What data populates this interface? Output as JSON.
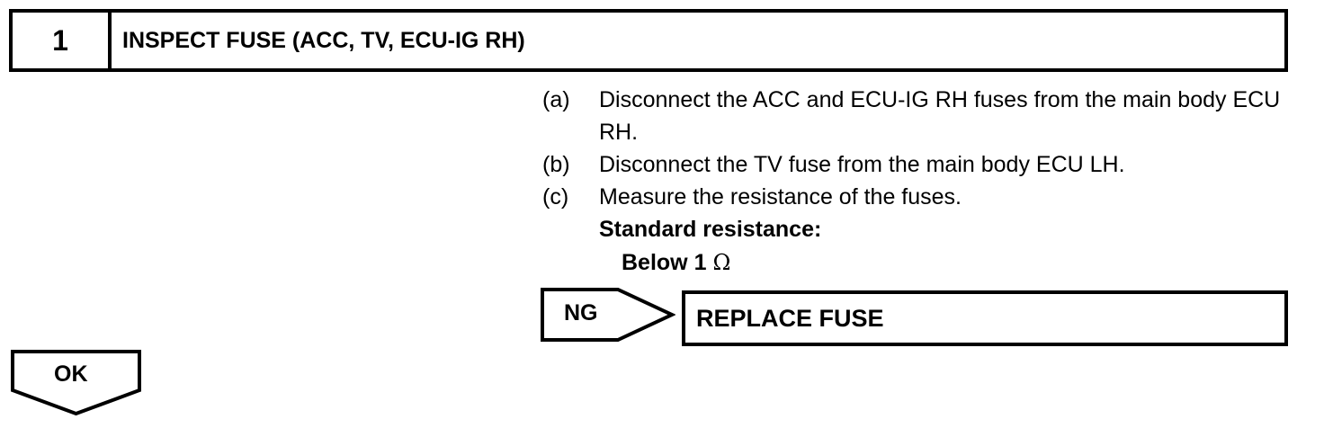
{
  "step": {
    "number": "1",
    "title": "INSPECT FUSE (ACC, TV, ECU-IG RH)"
  },
  "instructions": [
    {
      "label": "(a)",
      "text": "Disconnect the ACC and ECU-IG RH fuses from the main body ECU RH."
    },
    {
      "label": "(b)",
      "text": "Disconnect the TV fuse from the main body ECU LH."
    },
    {
      "label": "(c)",
      "text": "Measure the resistance of the fuses."
    }
  ],
  "spec": {
    "label": "Standard resistance:",
    "value": "Below 1",
    "unit": "Ω"
  },
  "ng_branch": {
    "label": "NG",
    "action": "REPLACE FUSE"
  },
  "ok_branch": {
    "label": "OK"
  }
}
